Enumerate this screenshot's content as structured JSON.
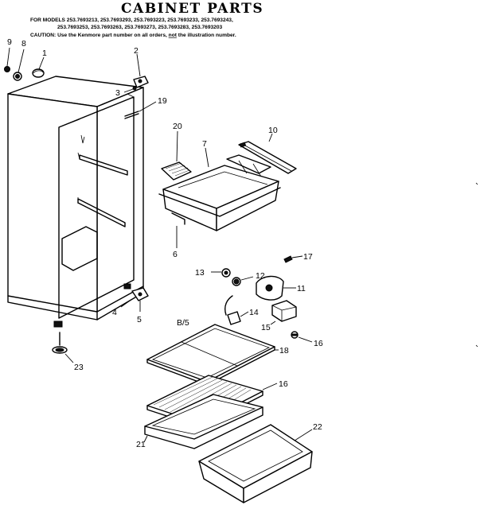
{
  "header": {
    "title": "CABINET PARTS",
    "models_line1": "FOR MODELS 253.7693213, 253.7693293, 253.7693223, 253.7693233, 253.7693243,",
    "models_line2": "253.7693253, 253.7693263, 253.7693273, 253.7693283, 253.7693203",
    "caution_prefix": "CAUTION:",
    "caution_mid": " Use the Kenmore part number on all orders, ",
    "caution_not": "not",
    "caution_end": " the illustration number."
  },
  "callouts": {
    "p1": "1",
    "p2": "2",
    "p3": "3",
    "p4": "4",
    "p5": "5",
    "p6": "6",
    "p7": "7",
    "p8": "8",
    "p9": "9",
    "p10": "10",
    "p11": "11",
    "p12": "12",
    "p13": "13",
    "p14": "14",
    "p15": "15",
    "p16": "16",
    "p16b": "16",
    "p17": "17",
    "p18": "18",
    "p19": "19",
    "p20": "20",
    "p21": "21",
    "p22": "22",
    "p23": "23",
    "b5": "B/5"
  }
}
